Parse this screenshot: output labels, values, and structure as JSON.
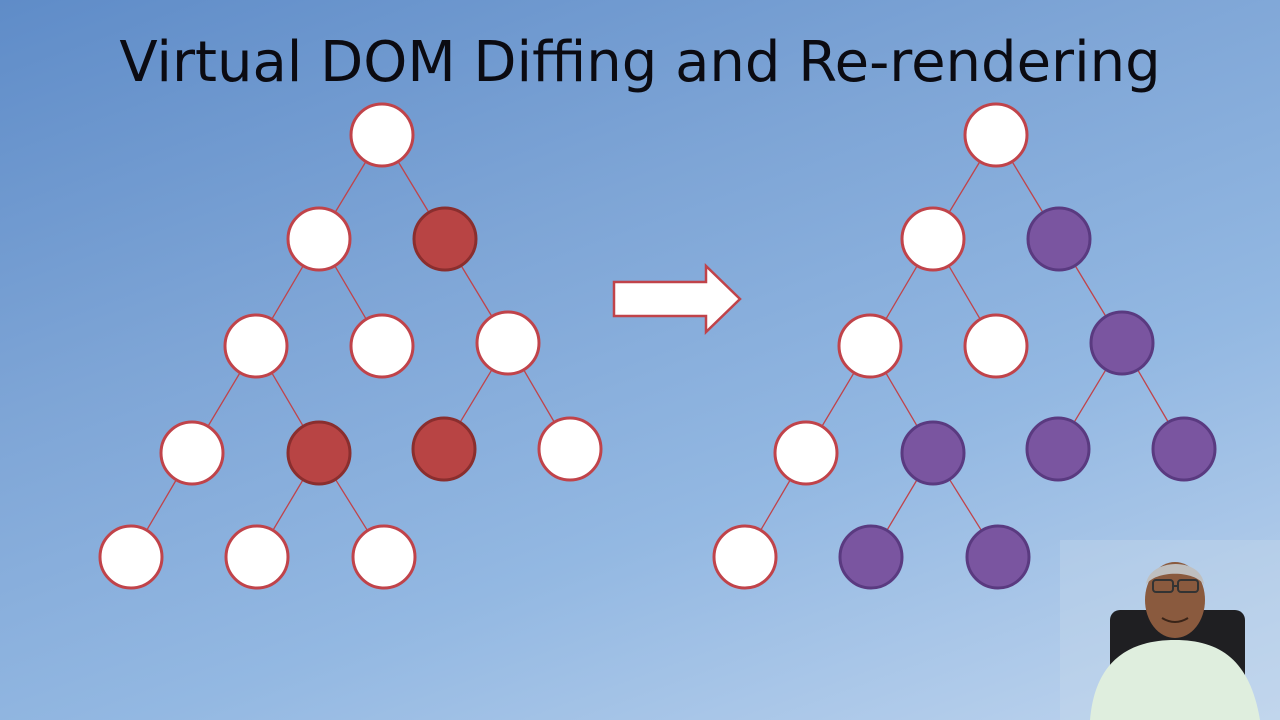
{
  "title": "Virtual DOM Diffing and Re-rendering",
  "colors": {
    "node_unchanged": "#ffffff",
    "node_stroke": "#c0434a",
    "node_changed_old": "#b84444",
    "node_changed_old_stroke": "#8a2e2e",
    "node_updated_new": "#7a55a0",
    "node_updated_new_stroke": "#5a3a80",
    "edge": "#c0434a",
    "arrow_fill": "#ffffff",
    "arrow_stroke": "#c0434a"
  },
  "trees": [
    {
      "name": "old-virtual-dom-tree",
      "nodes": [
        {
          "id": "a",
          "state": "unchanged"
        },
        {
          "id": "b",
          "state": "unchanged",
          "parent": "a"
        },
        {
          "id": "c",
          "state": "changed",
          "parent": "a"
        },
        {
          "id": "d",
          "state": "unchanged",
          "parent": "b"
        },
        {
          "id": "e",
          "state": "unchanged",
          "parent": "b"
        },
        {
          "id": "f",
          "state": "unchanged",
          "parent": "c"
        },
        {
          "id": "g",
          "state": "unchanged",
          "parent": "d"
        },
        {
          "id": "h",
          "state": "changed",
          "parent": "d"
        },
        {
          "id": "i",
          "state": "changed",
          "parent": "f"
        },
        {
          "id": "j",
          "state": "unchanged",
          "parent": "f"
        },
        {
          "id": "k",
          "state": "unchanged",
          "parent": "g"
        },
        {
          "id": "l",
          "state": "unchanged",
          "parent": "h"
        },
        {
          "id": "m",
          "state": "unchanged",
          "parent": "h"
        }
      ]
    },
    {
      "name": "new-rendered-tree",
      "nodes": [
        {
          "id": "a",
          "state": "unchanged"
        },
        {
          "id": "b",
          "state": "unchanged",
          "parent": "a"
        },
        {
          "id": "c",
          "state": "rerendered",
          "parent": "a"
        },
        {
          "id": "d",
          "state": "unchanged",
          "parent": "b"
        },
        {
          "id": "e",
          "state": "unchanged",
          "parent": "b"
        },
        {
          "id": "f",
          "state": "rerendered",
          "parent": "c"
        },
        {
          "id": "g",
          "state": "unchanged",
          "parent": "d"
        },
        {
          "id": "h",
          "state": "rerendered",
          "parent": "d"
        },
        {
          "id": "i",
          "state": "rerendered",
          "parent": "f"
        },
        {
          "id": "j",
          "state": "rerendered",
          "parent": "f"
        },
        {
          "id": "k",
          "state": "unchanged",
          "parent": "g"
        },
        {
          "id": "l",
          "state": "rerendered",
          "parent": "h"
        },
        {
          "id": "m",
          "state": "rerendered",
          "parent": "h"
        }
      ]
    }
  ],
  "arrow_icon": "right-arrow-icon",
  "presenter_icon": "presenter-video-thumbnail"
}
